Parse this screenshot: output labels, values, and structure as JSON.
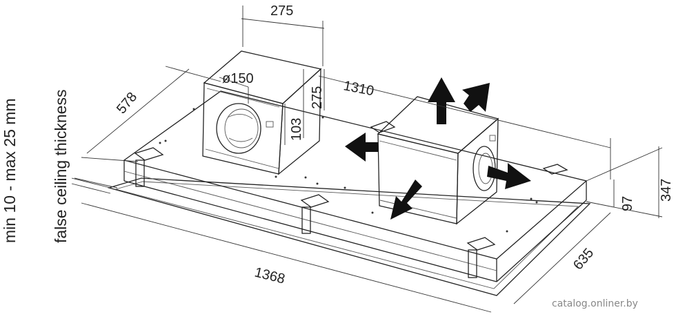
{
  "side_note_1": "min 10 - max 25 mm",
  "side_note_2": "false ceiling thickness",
  "dimensions": {
    "fan_width": "275",
    "duct_diameter": "ø150",
    "fan_height": "275",
    "fan_depth_inner": "103",
    "length_top": "1310",
    "depth_left": "578",
    "length_bottom": "1368",
    "depth_bottom": "635",
    "height_flange": "97",
    "height_total": "347"
  },
  "watermark": "catalog.onliner.by"
}
